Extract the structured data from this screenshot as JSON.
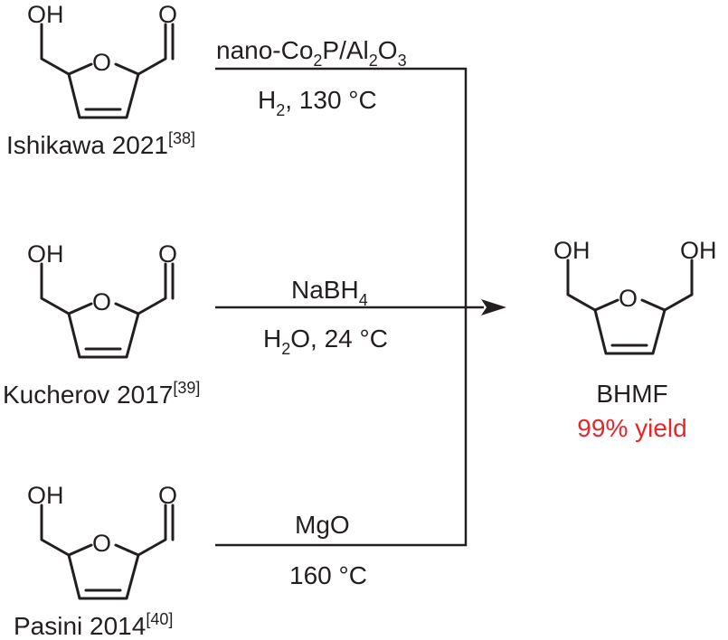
{
  "atoms": {
    "hydroxyl": "OH",
    "oxygen": "O"
  },
  "reactions": [
    {
      "citation_name": "Ishikawa 2021",
      "citation_ref": "[38]",
      "reagent_above": {
        "p1": "nano-Co",
        "s1": "2",
        "p2": "P/Al",
        "s2": "2",
        "p3": "O",
        "s3": "3"
      },
      "condition_below": {
        "p1": "H",
        "s1": "2",
        "p2": ", 130 °C"
      }
    },
    {
      "citation_name": "Kucherov 2017",
      "citation_ref": "[39]",
      "reagent_above": {
        "p1": "NaBH",
        "s1": "4"
      },
      "condition_below": {
        "p1": "H",
        "s1": "2",
        "p2": "O, 24 °C"
      }
    },
    {
      "citation_name": "Pasini  2014",
      "citation_ref": "[40]",
      "reagent_above": {
        "p1": "MgO"
      },
      "condition_below": {
        "p1": "160 °C"
      }
    }
  ],
  "product": {
    "name": "BHMF",
    "yield": "99% yield"
  },
  "colors": {
    "ink": "#231f20",
    "yield": "#e8262a"
  }
}
